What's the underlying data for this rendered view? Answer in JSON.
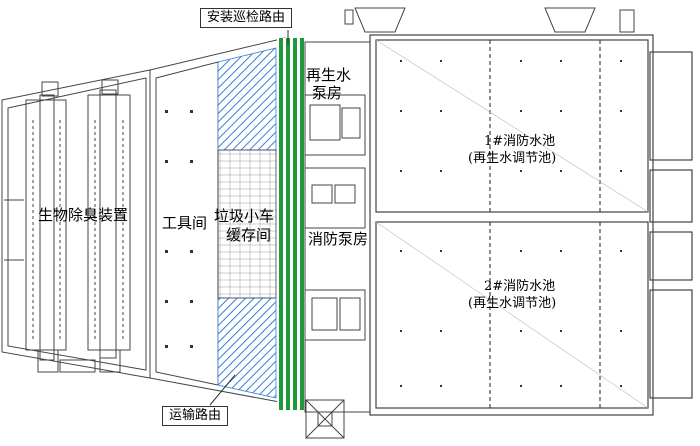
{
  "labels": {
    "install_route": "安装巡检路由",
    "transport_route": "运输路由",
    "deodorization": "生物除臭装置",
    "tool_room": "工具间",
    "cart_storage_line1": "垃圾小车",
    "cart_storage_line2": "缓存间",
    "reclaimed_pump_line1": "再生水",
    "reclaimed_pump_line2": "泵房",
    "fire_pump_room": "消防泵房",
    "pool1_line1": "1#消防水池",
    "pool1_line2": "(再生水调节池)",
    "pool2_line1": "2#消防水池",
    "pool2_line2": "(再生水调节池)"
  },
  "colors": {
    "hatch_blue": "#3a7fd0",
    "route_green": "#1f9a3a",
    "line": "#444444"
  }
}
